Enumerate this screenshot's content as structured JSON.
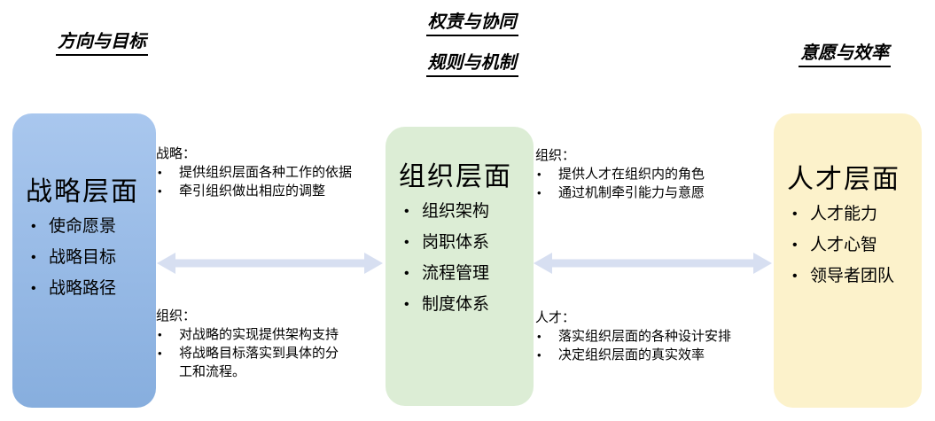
{
  "headers": {
    "left": "方向与目标",
    "center_line1": "权责与协同",
    "center_line2": "规则与机制",
    "right": "意愿与效率"
  },
  "boxes": [
    {
      "title": "战略层面",
      "items": [
        "使命愿景",
        "战略目标",
        "战略路径"
      ]
    },
    {
      "title": "组织层面",
      "items": [
        "组织架构",
        "岗职体系",
        "流程管理",
        "制度体系"
      ]
    },
    {
      "title": "人才层面",
      "items": [
        "人才能力",
        "人才心智",
        "领导者团队"
      ]
    }
  ],
  "notes": {
    "strategy_to_org": {
      "label": "战略：",
      "items": [
        "提供组织层面各种工作的依据",
        "牵引组织做出相应的调整"
      ]
    },
    "org_to_strategy": {
      "label": "组织：",
      "items": [
        "对战略的实现提供架构支持",
        "将战略目标落实到具体的分工和流程。"
      ]
    },
    "org_to_talent": {
      "label": "组织：",
      "items": [
        "提供人才在组织内的角色",
        "通过机制牵引能力与意愿"
      ]
    },
    "talent_to_org": {
      "label": "人才：",
      "items": [
        "落实组织层面的各种设计安排",
        "决定组织层面的真实效率"
      ]
    }
  },
  "colors": {
    "strategy_box_top": "#a9c7ee",
    "strategy_box_bottom": "#87aede",
    "org_box": "#dcedd5",
    "talent_box": "#fcf2cb",
    "arrow": "#d7dff1",
    "text": "#000000"
  }
}
